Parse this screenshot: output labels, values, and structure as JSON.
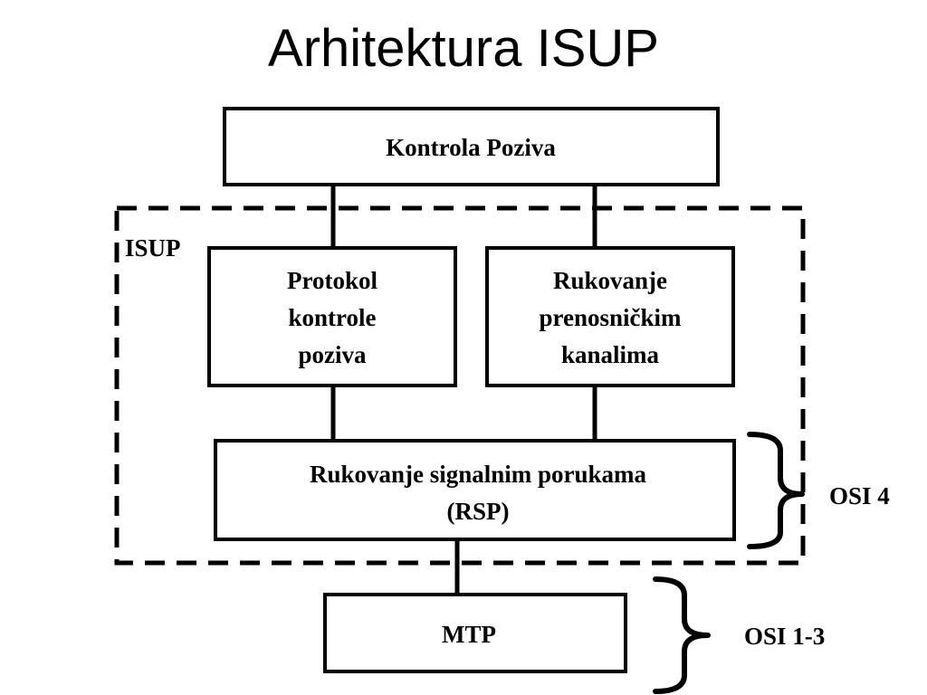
{
  "title": "Arhitektura ISUP",
  "group_label": "ISUP",
  "boxes": {
    "call_control": "Kontrola Poziva",
    "call_control_protocol": [
      "Protokol",
      "kontrole",
      "poziva"
    ],
    "bearer_handling": [
      "Rukovanje",
      "prenosničkim",
      "kanalima"
    ],
    "signal_handling": [
      "Rukovanje signalnim porukama",
      "(RSP)"
    ],
    "mtp": "MTP"
  },
  "layers": {
    "osi4": "OSI 4",
    "osi13": "OSI 1-3"
  }
}
